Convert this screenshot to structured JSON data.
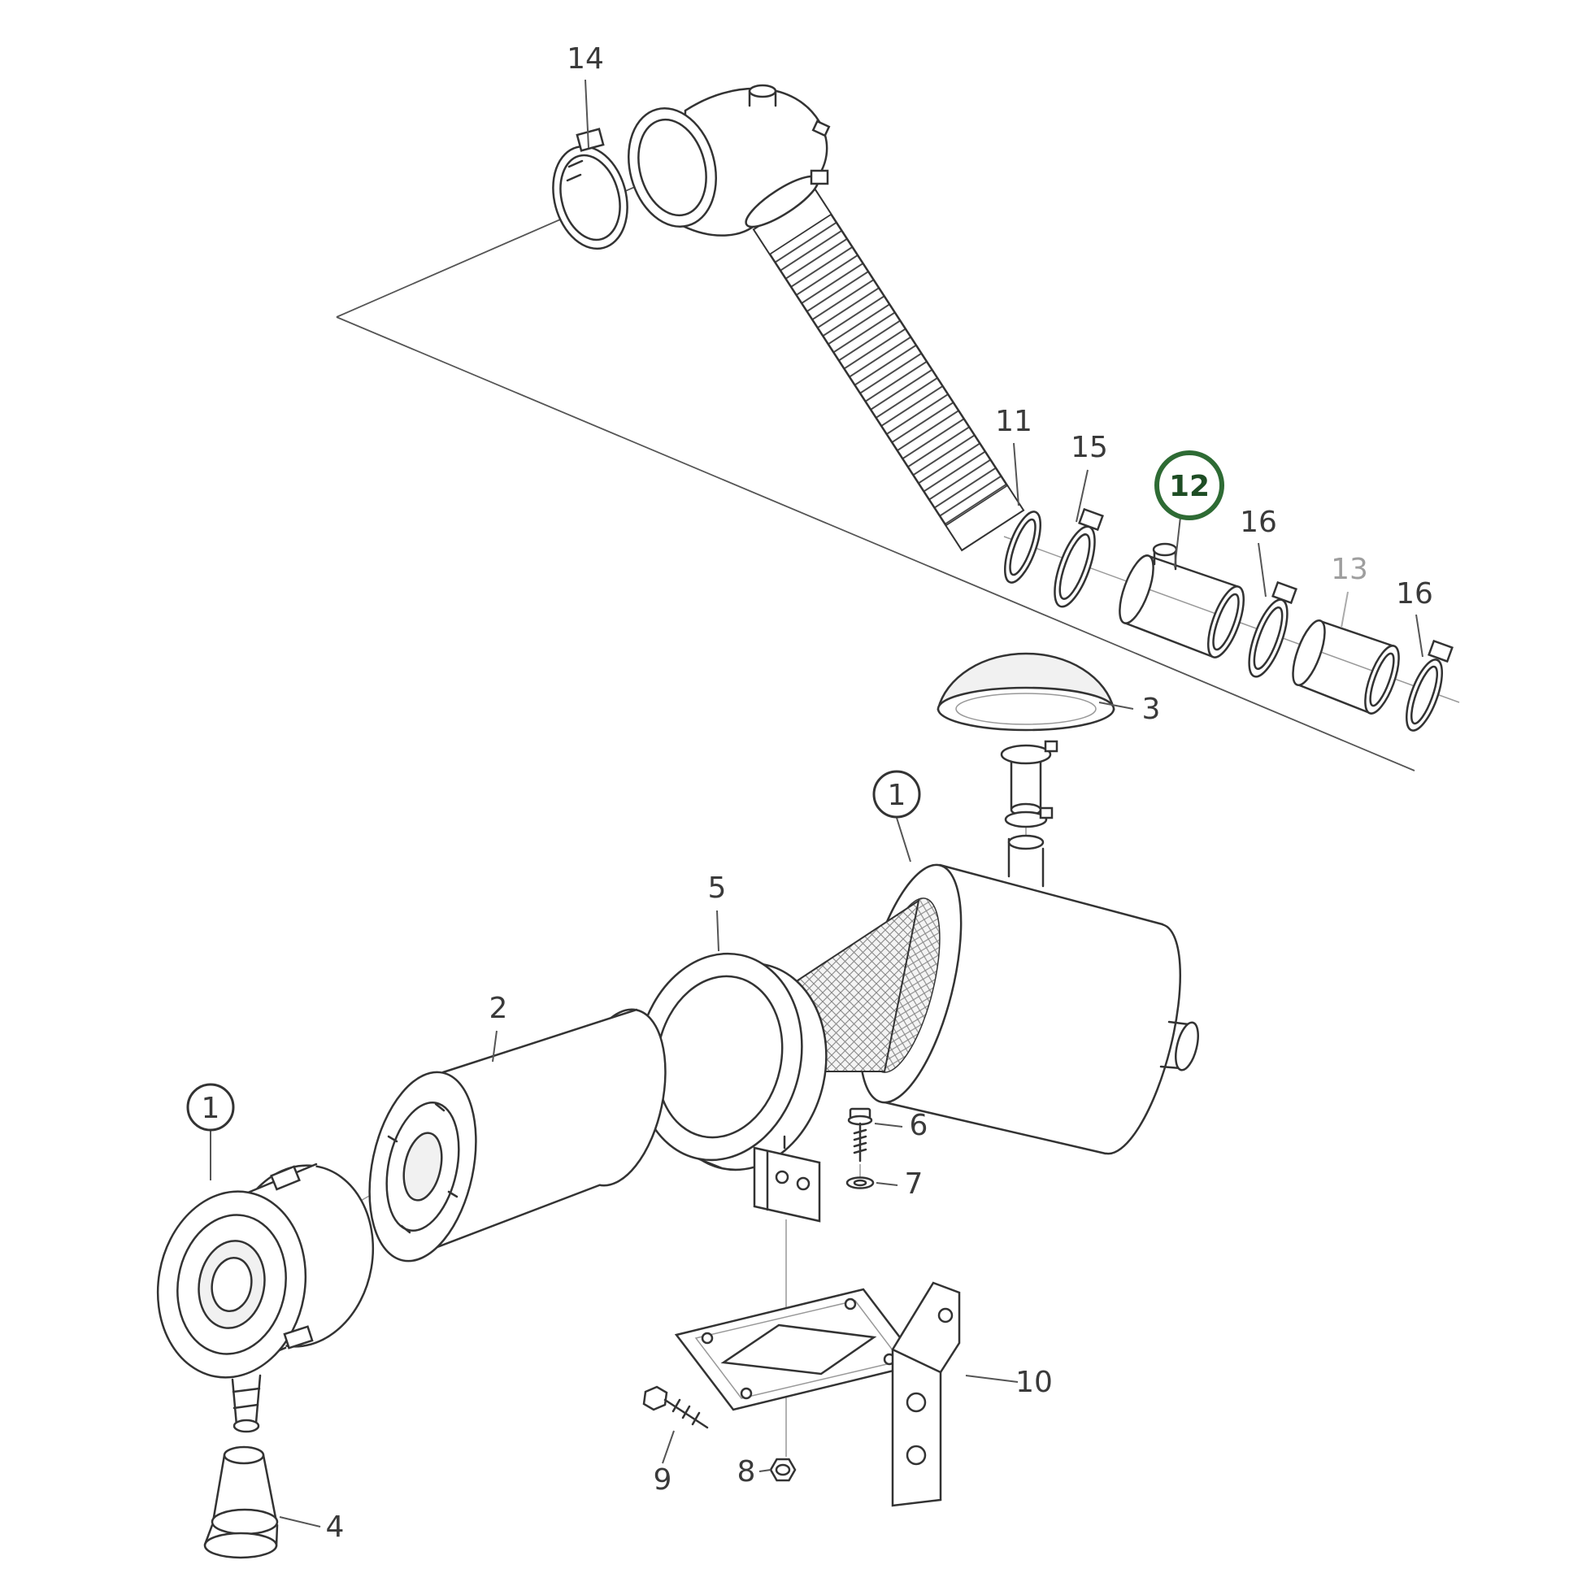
{
  "diagram": {
    "kind": "exploded-parts-view",
    "background": "#ffffff",
    "highlight": {
      "part": "12",
      "color": "#2e6b34"
    },
    "colors": {
      "line": "#333333",
      "label": "#3a3a3a",
      "muted": "#9e9e9e"
    }
  },
  "callouts": {
    "c14": "14",
    "c11": "11",
    "c15": "15",
    "c12": "12",
    "c16a": "16",
    "c13": "13",
    "c16b": "16",
    "c3": "3",
    "c1a": "1",
    "c1b": "1",
    "c5": "5",
    "c2": "2",
    "c4": "4",
    "c6": "6",
    "c7": "7",
    "c8": "8",
    "c9": "9",
    "c10": "10"
  }
}
